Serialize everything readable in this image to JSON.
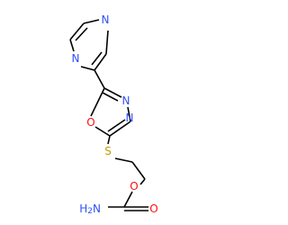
{
  "molecule": {
    "atoms": {
      "pyrazine_n1": {
        "label": "N",
        "color": "#3050F8"
      },
      "pyrazine_n4": {
        "label": "N",
        "color": "#3050F8"
      },
      "oxadiazole_n3": {
        "label": "N",
        "color": "#3050F8"
      },
      "oxadiazole_n4": {
        "label": "N",
        "color": "#3050F8"
      },
      "oxadiazole_o1": {
        "label": "O",
        "color": "#FF0D0D"
      },
      "thioether_s": {
        "label": "S",
        "color": "#B8A000"
      },
      "ester_o": {
        "label": "O",
        "color": "#FF0D0D"
      },
      "carbonyl_o": {
        "label": "O",
        "color": "#FF0D0D"
      },
      "amine_n": {
        "label": "H2N",
        "label_prefix": "H",
        "label_subscript": "2",
        "label_suffix": "N",
        "color": "#3050F8"
      }
    },
    "bond_color": "#000000"
  }
}
